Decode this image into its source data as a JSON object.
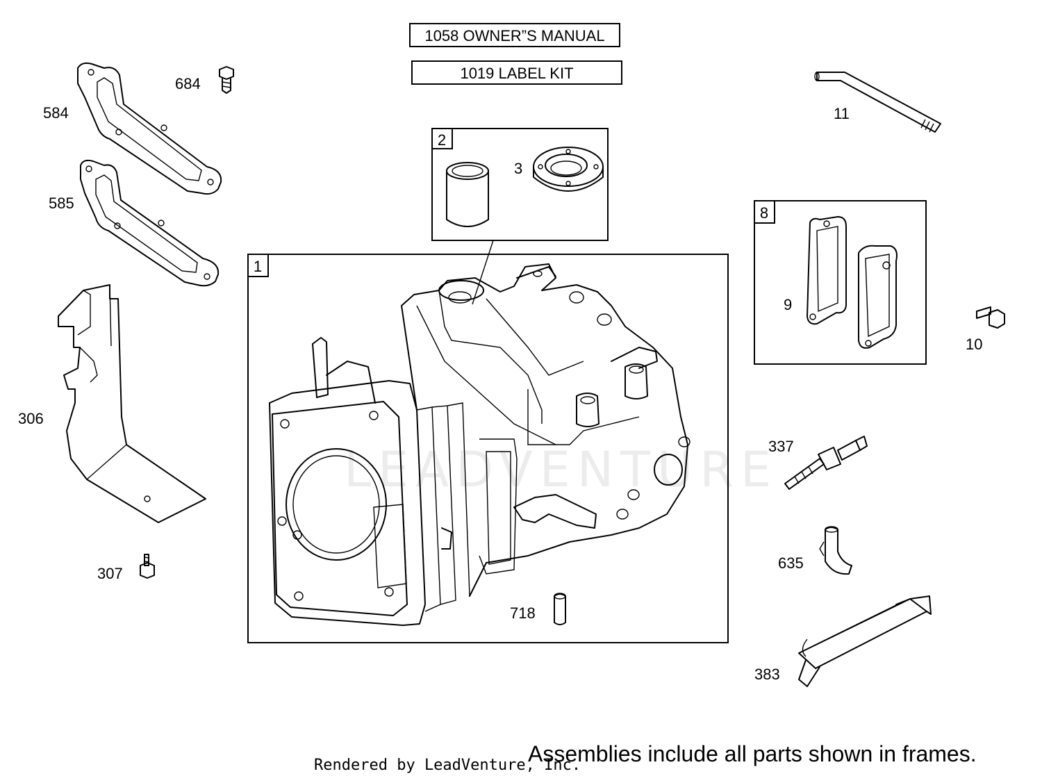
{
  "header_boxes": {
    "owners_manual": "1058 OWNER”S MANUAL",
    "label_kit": "1019 LABEL KIT"
  },
  "frames": {
    "frame1": "1",
    "frame2": "2",
    "frame8": "8"
  },
  "callouts": {
    "p584": "584",
    "p684": "684",
    "p585": "585",
    "p306": "306",
    "p307": "307",
    "p3": "3",
    "p718": "718",
    "p11": "11",
    "p9": "9",
    "p10": "10",
    "p337": "337",
    "p635": "635",
    "p383": "383"
  },
  "watermark": "LEADVENTURE",
  "footer": {
    "credit": "Rendered by LeadVenture, Inc.",
    "note": "Assemblies include all parts shown in frames."
  }
}
